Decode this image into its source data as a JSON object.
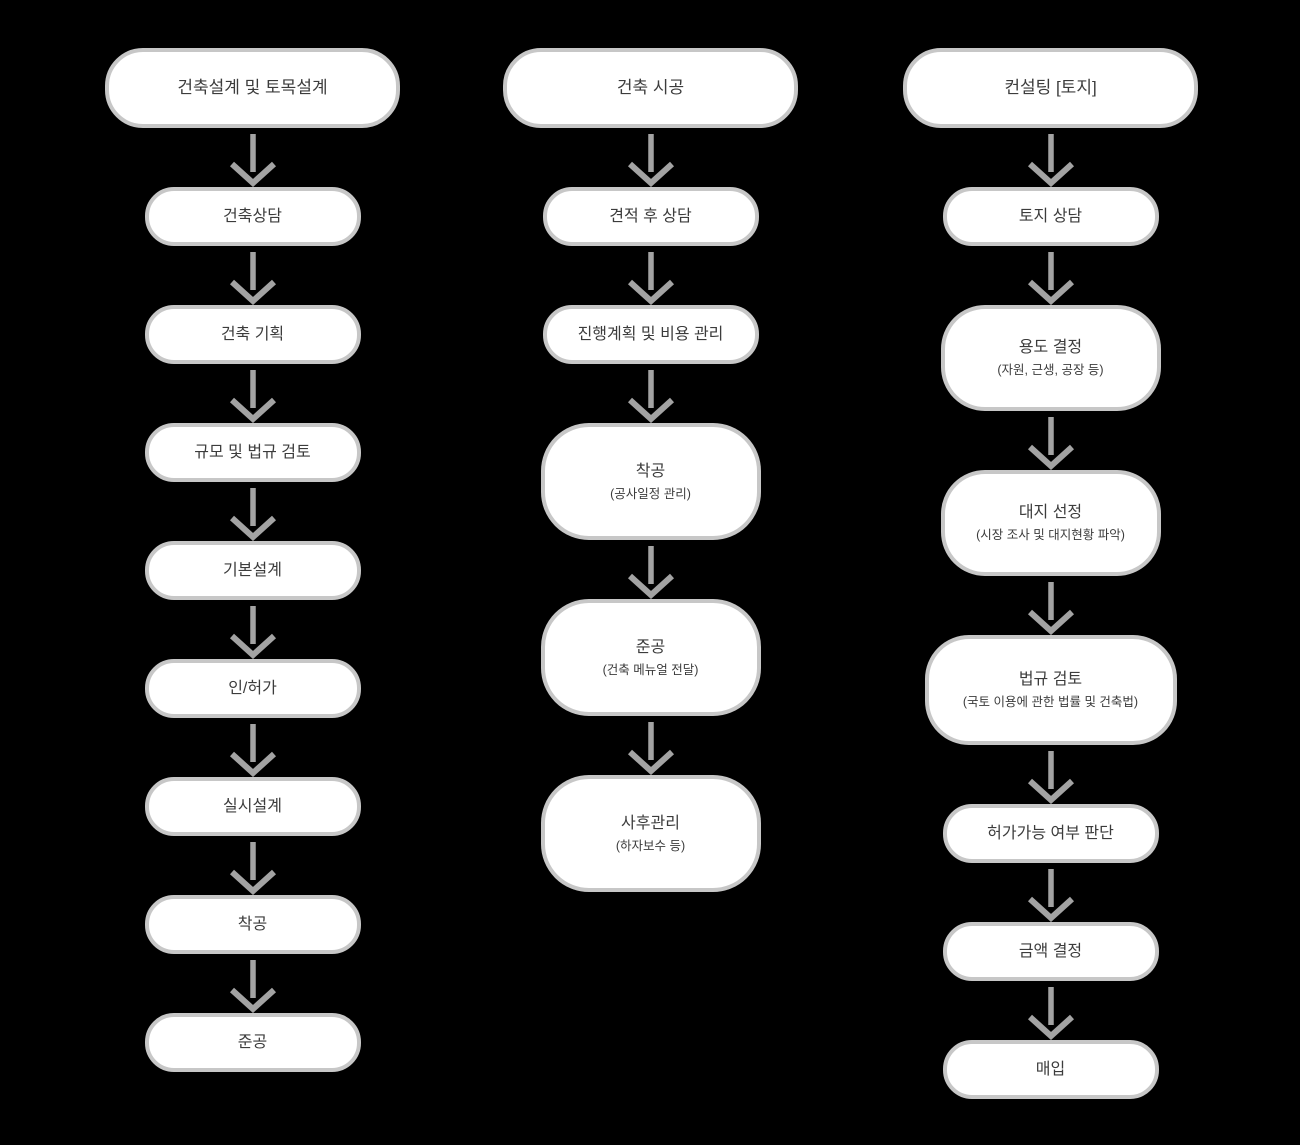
{
  "page": {
    "background": "#000000"
  },
  "diagram": {
    "type": "flowchart",
    "direction": "top-down",
    "colors": {
      "box_fill": "#ffffff",
      "box_border": "#c7c7c7",
      "arrow": "#a3a3a3",
      "text": "#3c3c3c"
    },
    "columns": [
      {
        "id": "design",
        "header": "건축설계 및 토목설계",
        "steps": [
          {
            "label": "건축상담",
            "size": "md"
          },
          {
            "label": "건축 기획",
            "size": "md"
          },
          {
            "label": "규모 및 법규 검토",
            "size": "md"
          },
          {
            "label": "기본설계",
            "size": "md"
          },
          {
            "label": "인/허가",
            "size": "md"
          },
          {
            "label": "실시설계",
            "size": "md"
          },
          {
            "label": "착공",
            "size": "md"
          },
          {
            "label": "준공",
            "size": "md"
          }
        ]
      },
      {
        "id": "construction",
        "header": "건축 시공",
        "steps": [
          {
            "label": "견적 후 상담",
            "size": "md"
          },
          {
            "label": "진행계획 및 비용 관리",
            "size": "md"
          },
          {
            "label": "착공",
            "note": "(공사일정 관리)",
            "size": "xl"
          },
          {
            "label": "준공",
            "note": "(건축 메뉴얼 전달)",
            "size": "xl"
          },
          {
            "label": "사후관리",
            "note": "(하자보수 등)",
            "size": "xl"
          }
        ]
      },
      {
        "id": "land-consulting",
        "header": "컨설팅 [토지]",
        "steps": [
          {
            "label": "토지 상담",
            "size": "md"
          },
          {
            "label": "용도 결정",
            "note": "(자원, 근생, 공장 등)",
            "size": "lg"
          },
          {
            "label": "대지 선정",
            "note": "(시장 조사 및 대지현황 파악)",
            "size": "lg"
          },
          {
            "label": "법규 검토",
            "note": "(국토 이용에 관한 법률 및 건축법)",
            "size": "lg",
            "wide": true
          },
          {
            "label": "허가가능 여부 판단",
            "size": "md"
          },
          {
            "label": "금액 결정",
            "size": "md"
          },
          {
            "label": "매입",
            "size": "md"
          }
        ]
      }
    ]
  }
}
